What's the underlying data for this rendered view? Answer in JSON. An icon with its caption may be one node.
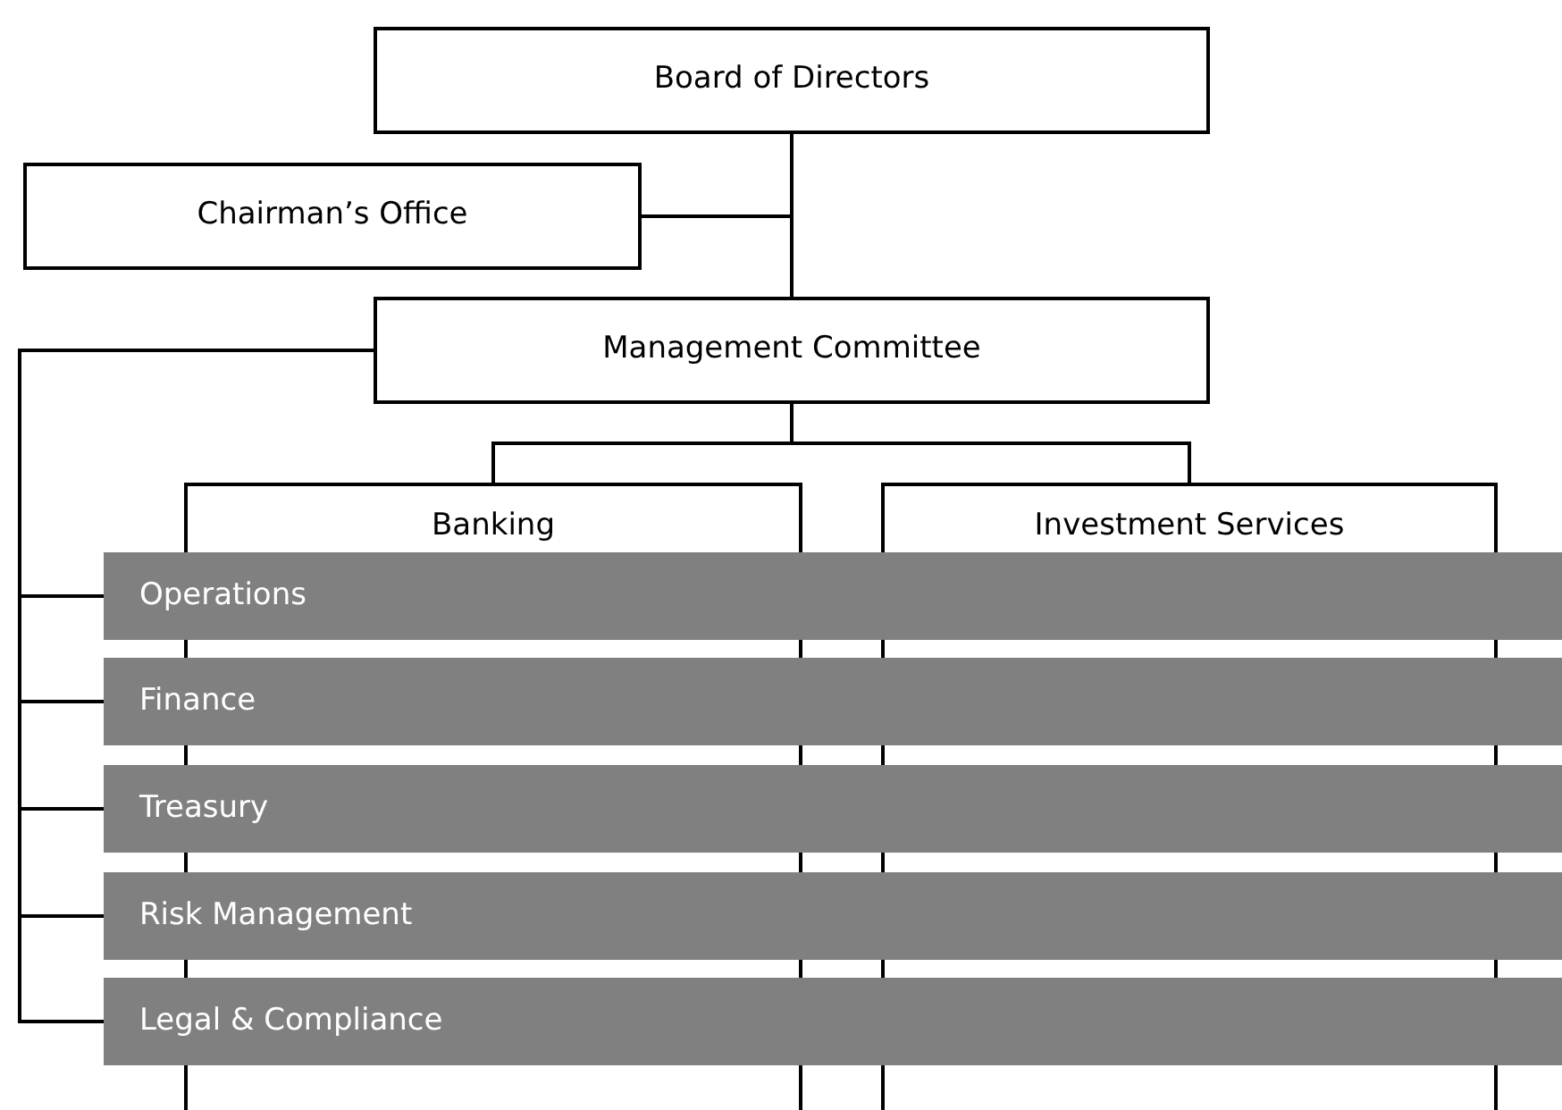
{
  "diagram": {
    "nodes": [
      {
        "text": [
          "Board of Directors"
        ]
      },
      {
        "text": [
          "Chairman’s Office"
        ]
      },
      {
        "text": [
          "Management Committee"
        ]
      },
      {
        "text": [
          "Banking"
        ]
      },
      {
        "text": [
          "Investment Services"
        ]
      },
      {
        "text": [
          "Operations"
        ]
      },
      {
        "text": [
          "Finance"
        ]
      },
      {
        "text": [
          "Treasury"
        ]
      },
      {
        "text": [
          "Risk Management"
        ]
      },
      {
        "text": [
          "Legal & Compliance"
        ]
      }
    ],
    "edges": [
      {
        "from": 0,
        "to": 1,
        "arrow": "none"
      },
      {
        "from": 0,
        "to": 2,
        "arrow": "none"
      },
      {
        "from": 2,
        "to": 3,
        "arrow": "none"
      },
      {
        "from": 2,
        "to": 4,
        "arrow": "none"
      },
      {
        "from": 2,
        "to": 5,
        "arrow": "none"
      },
      {
        "from": 2,
        "to": 6,
        "arrow": "none"
      },
      {
        "from": 2,
        "to": 7,
        "arrow": "none"
      },
      {
        "from": 2,
        "to": 8,
        "arrow": "none"
      },
      {
        "from": 2,
        "to": 9,
        "arrow": "none"
      }
    ]
  }
}
